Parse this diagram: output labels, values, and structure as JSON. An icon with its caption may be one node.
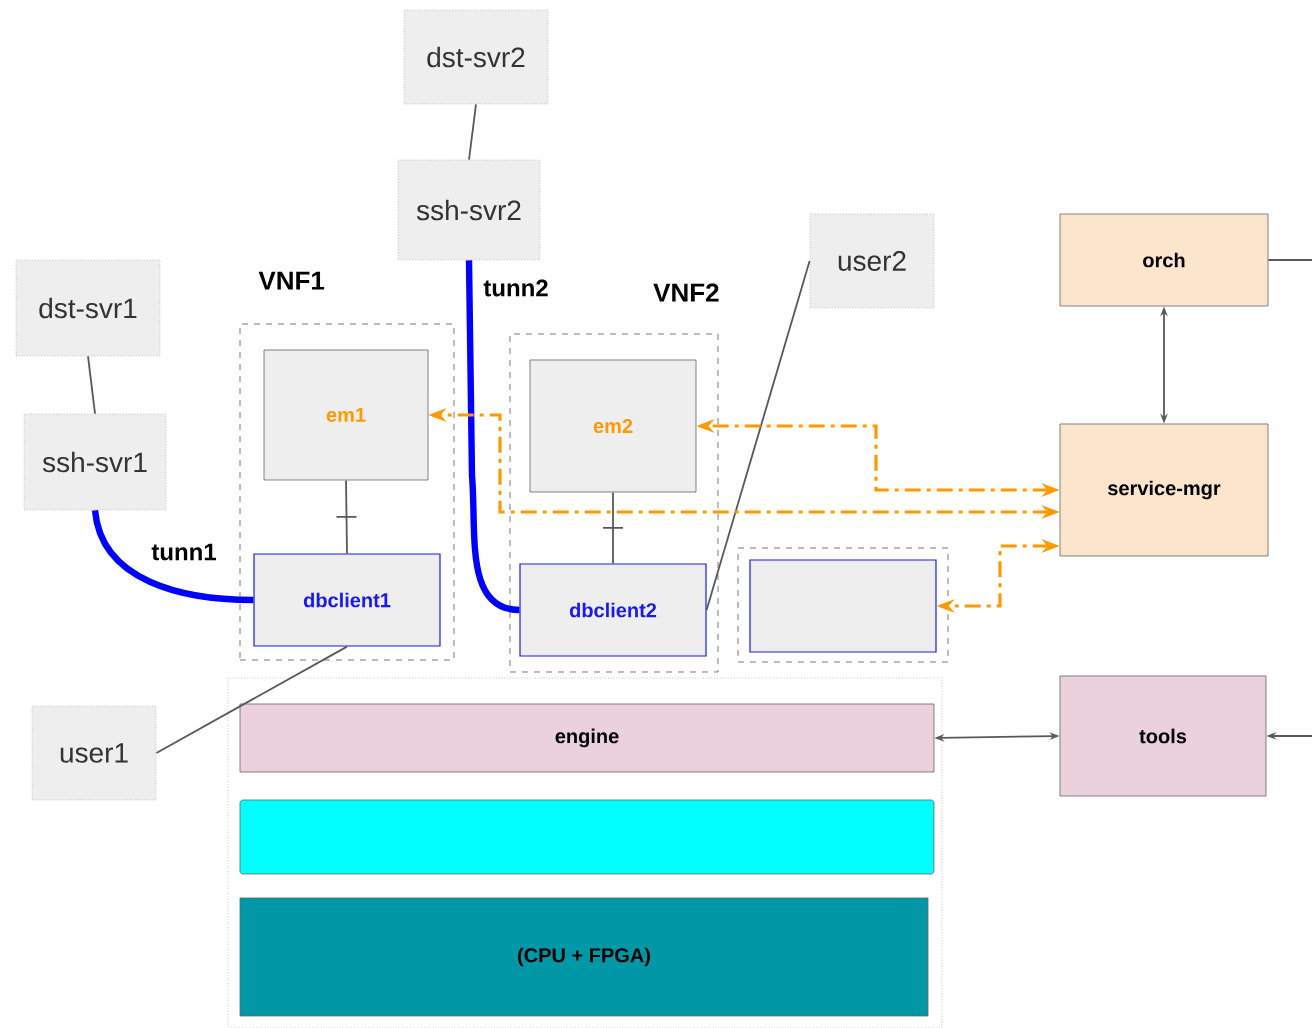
{
  "diagram": {
    "nodes": [
      {
        "text": [
          "dst-svr2"
        ]
      },
      {
        "text": [
          "ssh-svr2"
        ]
      },
      {
        "text": [
          "dst-svr1"
        ]
      },
      {
        "text": [
          "ssh-svr1"
        ]
      },
      {
        "text": [
          "VNF1"
        ]
      },
      {
        "text": [
          "em1"
        ],
        "in": 4
      },
      {
        "text": [
          "dbclient1"
        ],
        "in": 4
      },
      {
        "text": [
          "VNF2"
        ]
      },
      {
        "text": [
          "em2"
        ],
        "in": 7
      },
      {
        "text": [
          "dbclient2"
        ],
        "in": 7
      },
      {
        "text": [
          "user2"
        ]
      },
      {
        "text": [],
        "shape": "box"
      },
      {
        "text": [],
        "shape": "box",
        "in": 11
      },
      {
        "text": [
          "orch"
        ]
      },
      {
        "text": [
          "service-mgr"
        ]
      },
      {
        "text": [
          "user1"
        ]
      },
      {
        "text": [],
        "shape": "box"
      },
      {
        "text": [
          "engine"
        ],
        "in": 16
      },
      {
        "text": [],
        "shape": "bar",
        "in": 16
      },
      {
        "text": [
          "(CPU + FPGA)"
        ],
        "in": 16
      },
      {
        "text": [
          "tools"
        ]
      }
    ],
    "edges": [
      {
        "from": 0,
        "to": 1,
        "arrow": "none"
      },
      {
        "from": 2,
        "to": 3,
        "arrow": "none"
      },
      {
        "from": 3,
        "to": 6,
        "arrow": "none",
        "label": "tunn1",
        "style": "thick",
        "color": "#0000ff"
      },
      {
        "from": 1,
        "to": 9,
        "arrow": "none",
        "label": "tunn2",
        "style": "thick",
        "color": "#0000ff"
      },
      {
        "from": 5,
        "to": 6,
        "arrow": "none"
      },
      {
        "from": 8,
        "to": 9,
        "arrow": "none"
      },
      {
        "from": 10,
        "to": 9,
        "arrow": "none"
      },
      {
        "from": 15,
        "to": 6,
        "arrow": "none"
      },
      {
        "from": 13,
        "to": 14,
        "arrow": "both"
      },
      {
        "from": 14,
        "to": 5,
        "arrow": "both",
        "style": "dashed",
        "color": "#ff9900"
      },
      {
        "from": 14,
        "to": 8,
        "arrow": "both",
        "style": "dashed",
        "color": "#ff9900"
      },
      {
        "from": 14,
        "to": 12,
        "arrow": "both",
        "style": "dashed",
        "color": "#ff9900"
      },
      {
        "from": 17,
        "to": 20,
        "arrow": "both"
      },
      {
        "from": 13,
        "to": null,
        "arrow": "none"
      },
      {
        "from": null,
        "to": 20,
        "arrow": "to"
      }
    ]
  }
}
